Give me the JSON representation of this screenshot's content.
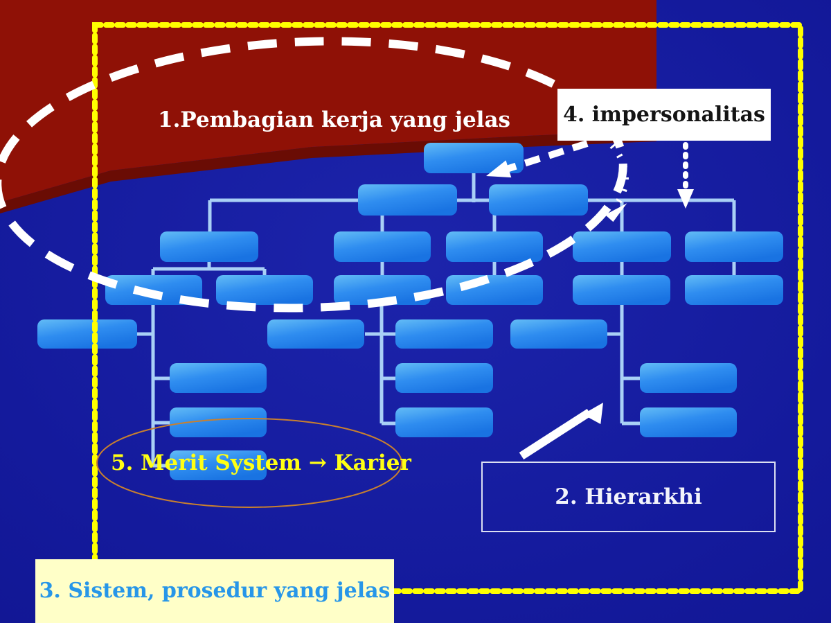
{
  "labels": {
    "label1": {
      "text": "1.Pembagian kerja yang jelas",
      "color": "#FFFFFF"
    },
    "label2": {
      "text": "2. Hierarkhi",
      "color": "#F3F4FB"
    },
    "label3": {
      "text": "3. Sistem, prosedur yang jelas",
      "color": "#2796E8",
      "bg": "#FFFFC8"
    },
    "label4": {
      "text": "4. impersonalitas",
      "color": "#141414",
      "bg": "#FFFFFF"
    },
    "label5": {
      "text": "5. Merit System → Karier",
      "color": "#FFFF14"
    }
  },
  "colors": {
    "background": "#141A9C",
    "red_region": "#8F1106",
    "red_edge": "#6A0C04",
    "border_yellow": "#FFFF00",
    "connector": "#A9D0F6",
    "box_gradient_top": "#63BCF6",
    "box_gradient_mid": "#2F8DF0",
    "box_gradient_bottom": "#1973E2",
    "highlight_ellipse": "#FFFFFF",
    "merit_ellipse": "#C9802E",
    "label1_color": "#FFFFFF",
    "label2_color": "#F3F4FB",
    "label3_color": "#2796E8",
    "label3_bg": "#FFFFC8",
    "label4_color": "#141414",
    "label4_bg": "#FFFFFF",
    "label5_color": "#FFFF14"
  },
  "org_chart": {
    "boxes": [
      [
        612,
        206,
        144,
        44
      ],
      [
        517,
        266,
        143,
        45
      ],
      [
        706,
        266,
        143,
        45
      ],
      [
        231,
        334,
        142,
        44
      ],
      [
        482,
        334,
        140,
        44
      ],
      [
        644,
        334,
        140,
        44
      ],
      [
        827,
        334,
        142,
        44
      ],
      [
        989,
        334,
        142,
        44
      ],
      [
        152,
        397,
        140,
        43
      ],
      [
        312,
        397,
        140,
        43
      ],
      [
        482,
        397,
        140,
        43
      ],
      [
        644,
        397,
        140,
        43
      ],
      [
        827,
        397,
        141,
        43
      ],
      [
        989,
        397,
        142,
        43
      ],
      [
        54,
        461,
        144,
        42
      ],
      [
        386,
        461,
        140,
        42
      ],
      [
        571,
        461,
        141,
        42
      ],
      [
        737,
        461,
        140,
        42
      ],
      [
        245,
        524,
        140,
        43
      ],
      [
        571,
        524,
        141,
        43
      ],
      [
        924,
        524,
        140,
        43
      ],
      [
        245,
        588,
        140,
        43
      ],
      [
        571,
        588,
        141,
        43
      ],
      [
        924,
        588,
        140,
        43
      ],
      [
        245,
        650,
        140,
        43
      ]
    ],
    "connectors": [
      [
        684,
        249,
        684,
        292
      ],
      [
        303,
        289,
        1060,
        289
      ],
      [
        303,
        289,
        303,
        336
      ],
      [
        552,
        310,
        552,
        336
      ],
      [
        714,
        310,
        714,
        336
      ],
      [
        1060,
        289,
        1060,
        336
      ],
      [
        552,
        377,
        552,
        399
      ],
      [
        714,
        377,
        714,
        399
      ],
      [
        1060,
        377,
        1060,
        399
      ],
      [
        302,
        377,
        302,
        388
      ],
      [
        221,
        388,
        382,
        388
      ],
      [
        221,
        388,
        221,
        399
      ],
      [
        382,
        388,
        382,
        399
      ],
      [
        221,
        439,
        221,
        672
      ],
      [
        197,
        482,
        221,
        482
      ],
      [
        221,
        546,
        246,
        546
      ],
      [
        221,
        610,
        246,
        610
      ],
      [
        221,
        672,
        246,
        672
      ],
      [
        551,
        439,
        551,
        611
      ],
      [
        527,
        482,
        572,
        482
      ],
      [
        551,
        546,
        572,
        546
      ],
      [
        551,
        611,
        572,
        611
      ],
      [
        898,
        289,
        898,
        611
      ],
      [
        877,
        482,
        898,
        482
      ],
      [
        898,
        546,
        925,
        546
      ],
      [
        898,
        611,
        925,
        611
      ]
    ]
  }
}
